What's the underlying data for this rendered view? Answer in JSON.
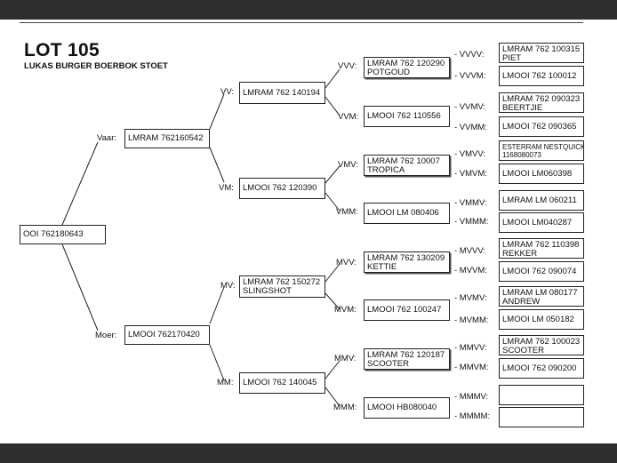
{
  "header": {
    "lot": "LOT 105",
    "breeder": "LUKAS BURGER BOERBOK STOET"
  },
  "pedigree": {
    "animal": "OOI 762180643",
    "vaar": {
      "label": "Vaar:",
      "id": "LMRAM 762160542"
    },
    "moer": {
      "label": "Moer:",
      "id": "LMOOI 762170420"
    },
    "vv": {
      "label": "VV:",
      "id": "LMRAM 762 140194"
    },
    "vm": {
      "label": "VM:",
      "id": "LMOOI 762 120390"
    },
    "mv": {
      "label": "MV:",
      "line1": "LMRAM 762 150272",
      "line2": "SLINGSHOT"
    },
    "mm": {
      "label": "MM:",
      "id": "LMOOI 762 140045"
    },
    "vvv": {
      "label": "VVV:",
      "line1": "LMRAM 762 120290",
      "line2": "POTGOUD"
    },
    "vvm": {
      "label": "VVM:",
      "id": "LMOOI 762 110556"
    },
    "vmv": {
      "label": "VMV:",
      "line1": "LMRAM 762 10007",
      "line2": "TROPICA"
    },
    "vmm": {
      "label": "VMM:",
      "id": "LMOOI LM 080406"
    },
    "mvv": {
      "label": "MVV:",
      "line1": "LMRAM 762 130209",
      "line2": "KETTIE"
    },
    "mvm": {
      "label": "MVM:",
      "id": "LMOOI 762 100247"
    },
    "mmv": {
      "label": "MMV:",
      "line1": "LMRAM 762 120187",
      "line2": "SCOOTER"
    },
    "mmm": {
      "label": "MMM:",
      "id": "LMOOI HB080040"
    },
    "vvvv": {
      "label": "- VVVV:",
      "line1": "LMRAM 762 100315",
      "line2": "PIET"
    },
    "vvvm": {
      "label": "- VVVM:",
      "id": "LMOOI 762 100012"
    },
    "vvmv": {
      "label": "- VVMV:",
      "line1": "LMRAM 762 090323",
      "line2": "BEERTJIE"
    },
    "vvmm": {
      "label": "- VVMM:",
      "id": "LMOOI 762 090365"
    },
    "vmvv": {
      "label": "- VMVV:",
      "line1": "ESTERRAM NESTQUICK",
      "line2": "1168080073"
    },
    "vmvm": {
      "label": "- VMVM:",
      "id": "LMOOI LM060398"
    },
    "vmmv": {
      "label": "- VMMV:",
      "id": "LMRAM LM 060211"
    },
    "vmmm": {
      "label": "- VMMM:",
      "id": "LMOOI LM040287"
    },
    "mvvv": {
      "label": "- MVVV:",
      "line1": "LMRAM 762 110398",
      "line2": "REKKER"
    },
    "mvvm": {
      "label": "- MVVM:",
      "id": "LMOOI 762 090074"
    },
    "mvmv": {
      "label": "- MVMV:",
      "line1": "LMRAM LM 080177",
      "line2": "ANDREW"
    },
    "mvmm": {
      "label": "- MVMM:",
      "id": "LMOOI LM 050182"
    },
    "mmvv": {
      "label": "- MMVV:",
      "line1": "LMRAM 762 100023",
      "line2": "SCOOTER"
    },
    "mmvm": {
      "label": "- MMVM:",
      "id": "LMOOI 762 090200"
    },
    "mmmv": {
      "label": "- MMMV:",
      "id": ""
    },
    "mmmm": {
      "label": "- MMMM:",
      "id": ""
    }
  }
}
